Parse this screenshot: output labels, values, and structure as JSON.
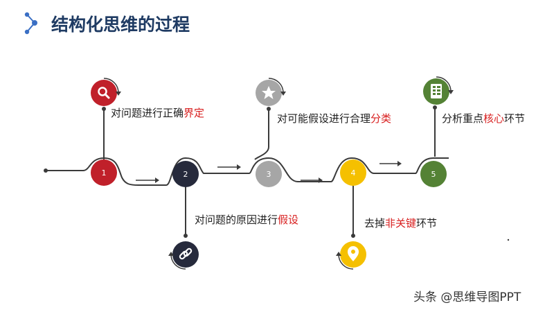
{
  "title": "结构化思维的过程",
  "colors": {
    "title": "#1f3b63",
    "highlight": "#d81e1e",
    "red": "#c0202a",
    "dark": "#262a3c",
    "gray": "#a6a6a6",
    "yellow": "#f5c000",
    "green": "#548235",
    "line": "#3a3a3a"
  },
  "steps": [
    {
      "number": "1",
      "icon": "search-icon",
      "text_before": "对问题进行正确",
      "text_highlight": "界定",
      "text_after": ""
    },
    {
      "number": "2",
      "icon": "link-icon",
      "text_before": "对问题的原因进行",
      "text_highlight": "假设",
      "text_after": ""
    },
    {
      "number": "3",
      "icon": "star-icon",
      "text_before": "对可能假设进行合理",
      "text_highlight": "分类",
      "text_after": ""
    },
    {
      "number": "4",
      "icon": "location-pin-icon",
      "text_before": "去掉",
      "text_highlight": "非关键",
      "text_after": "环节"
    },
    {
      "number": "5",
      "icon": "checklist-icon",
      "text_before": "分析重点",
      "text_highlight": "核心",
      "text_after": "环节"
    }
  ],
  "watermark": "头条 @思维导图PPT"
}
